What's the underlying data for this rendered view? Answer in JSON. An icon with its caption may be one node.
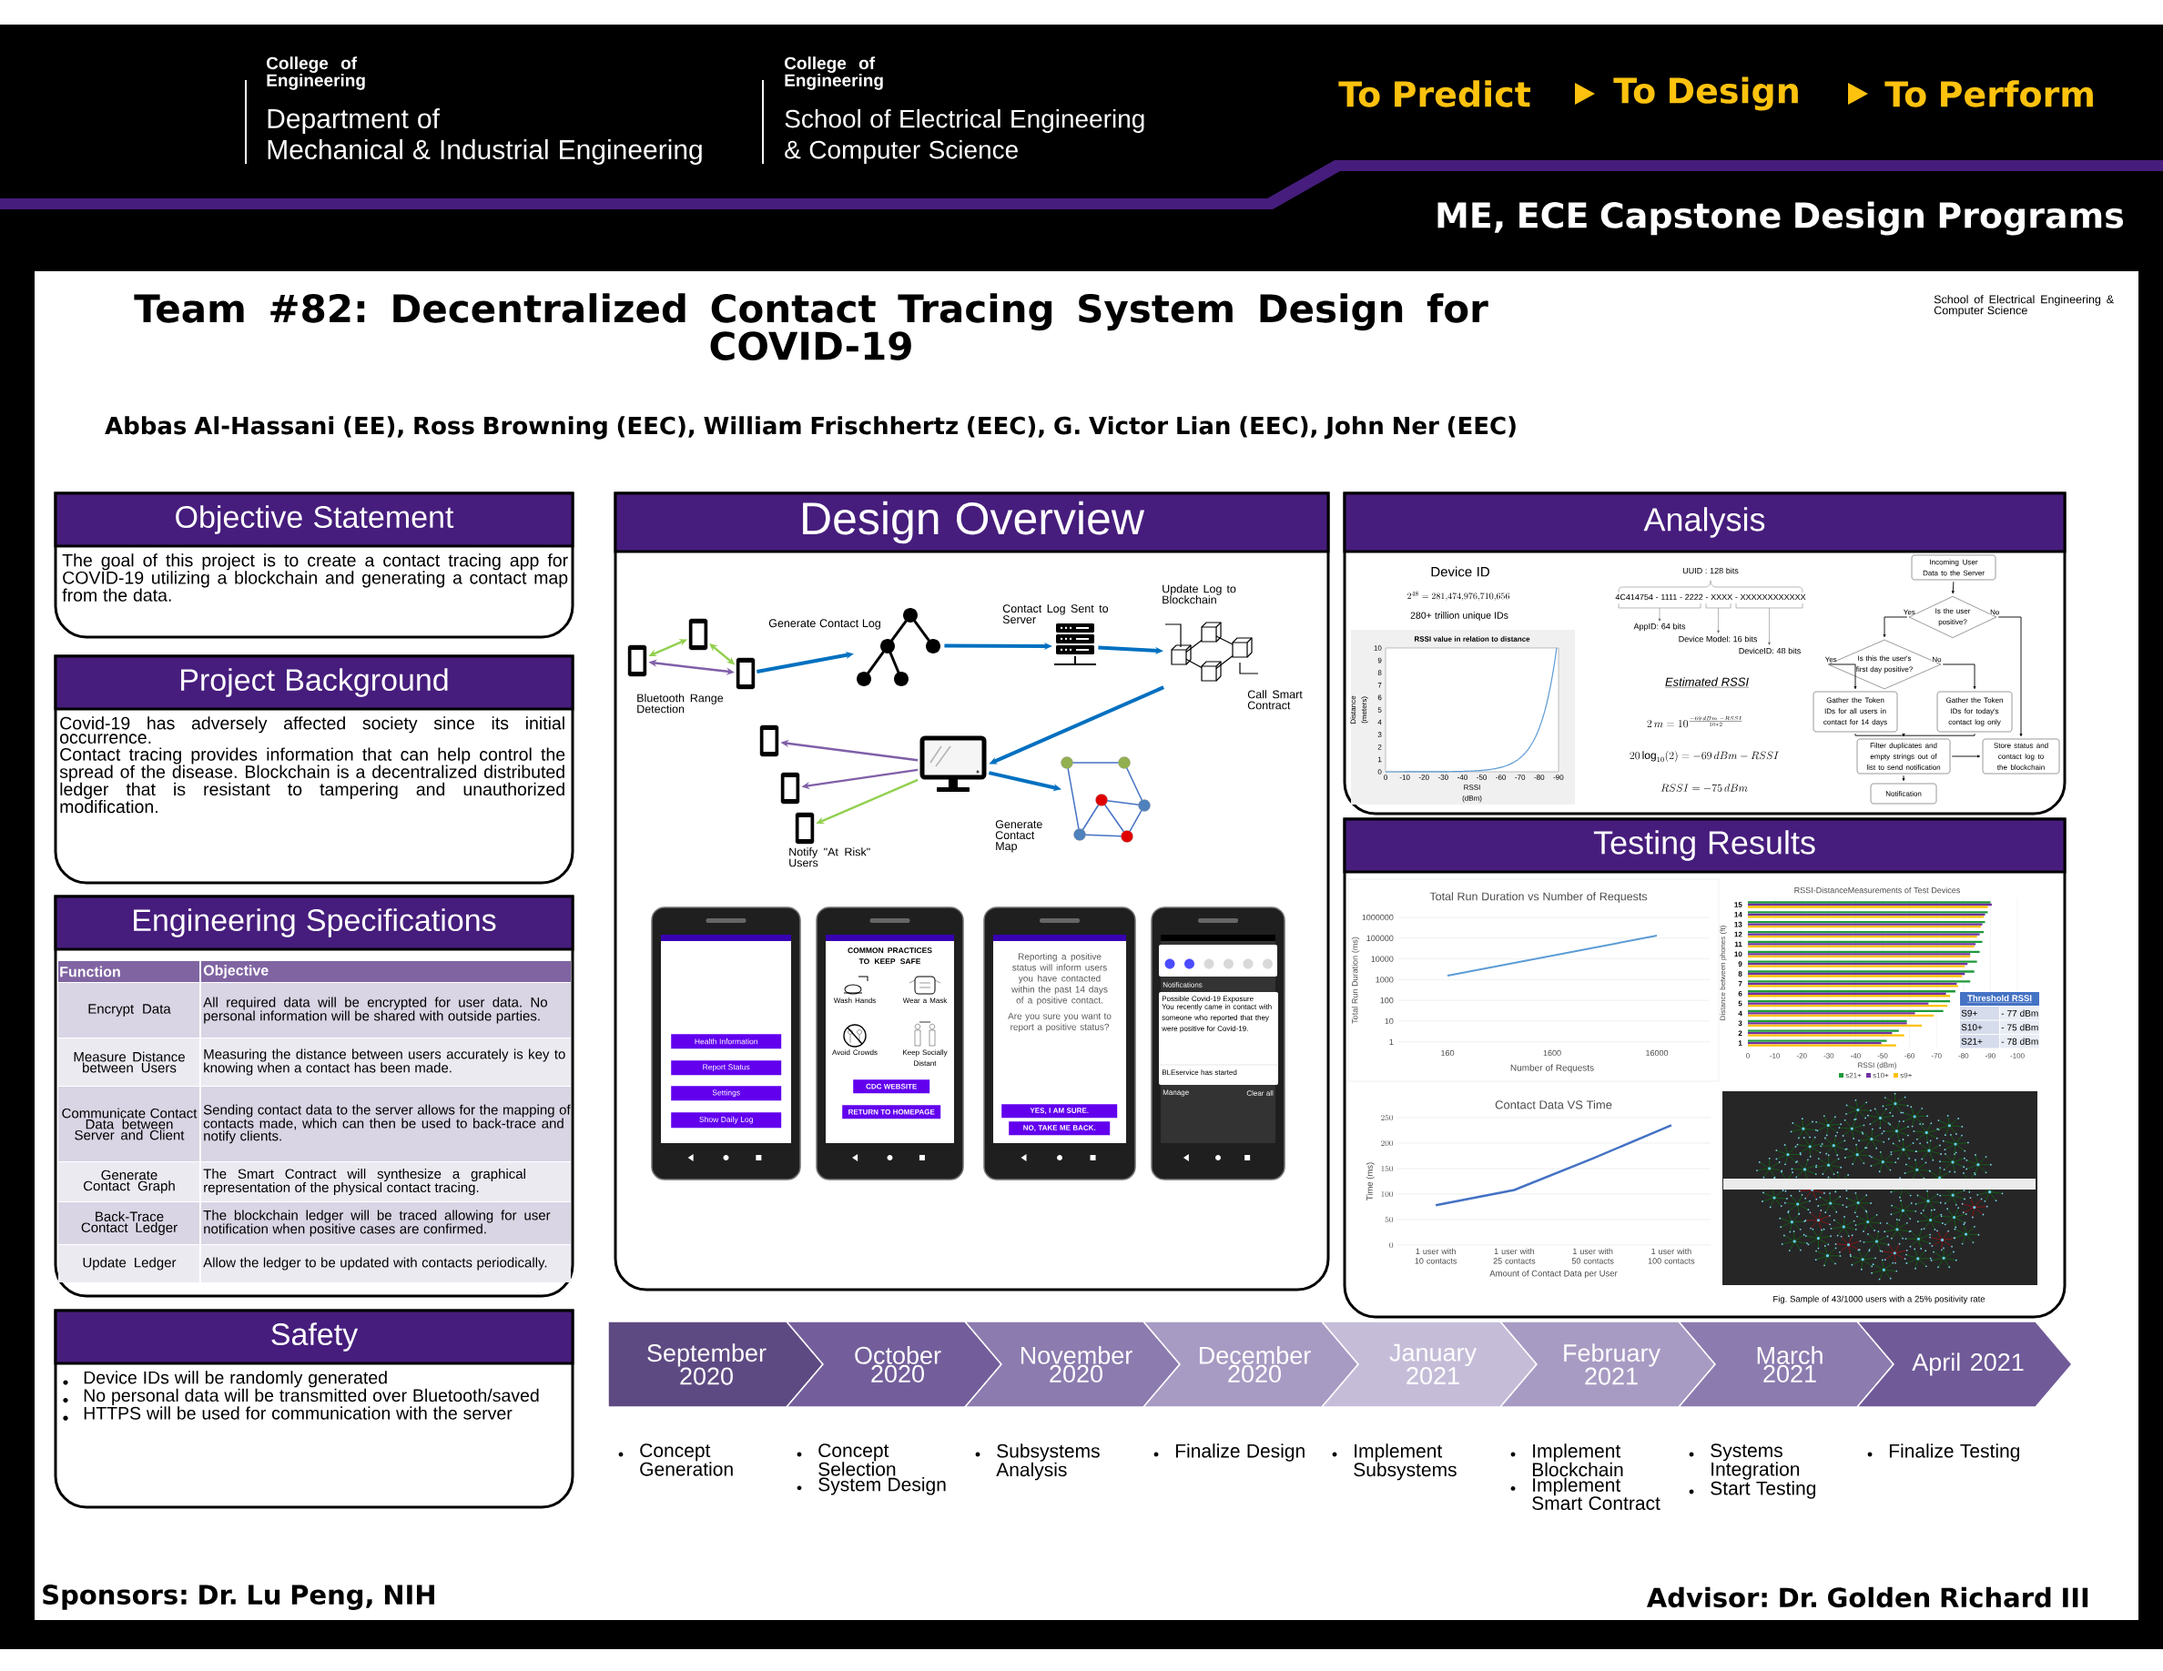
{
  "diagram": {
    "title": "Team #82: Decentralized Contact Tracing System Design for COVID-19",
    "nodes": [
      {
        "text": [
          "Objective Statement",
          "The goal of this project is to create a contact tracing app for COVID-19 utilizing a blockchain and generating a contact map from the data."
        ]
      },
      {
        "text": [
          "Project Background",
          "Covid-19 has adversely affected society since its initial occurrence.",
          "Contact tracing provides information that can help control the spread of the disease. Blockchain is a decentralized distributed ledger that is resistant to tampering and unauthorized modification."
        ]
      },
      {
        "text": [
          "Engineering Specifications"
        ]
      },
      {
        "text": [
          "Safety",
          "Device IDs will be randomly generated",
          "No personal data will be transmitted over Bluetooth/saved",
          "HTTPS will be used for communication with the server"
        ]
      },
      {
        "text": [
          "Design Overview"
        ]
      },
      {
        "text": [],
        "shape": "picture",
        "in": 4,
        "beside": [
          "Bluetooth Range Detection"
        ]
      },
      {
        "text": [],
        "shape": "picture",
        "in": 4
      },
      {
        "text": [],
        "shape": "picture",
        "in": 4
      },
      {
        "text": [],
        "shape": "picture",
        "in": 4,
        "beside": [
          "Generate Contact Log"
        ]
      },
      {
        "text": [],
        "shape": "picture",
        "in": 4,
        "beside": [
          "Contact Log Sent to Server"
        ]
      },
      {
        "text": [],
        "shape": "picture",
        "in": 4,
        "beside": [
          "Update Log to Blockchain",
          "Call Smart Contract"
        ]
      },
      {
        "text": [],
        "shape": "picture",
        "in": 4
      },
      {
        "text": [],
        "shape": "picture",
        "in": 4
      },
      {
        "text": [],
        "shape": "picture",
        "in": 4
      },
      {
        "text": [],
        "shape": "picture",
        "in": 4,
        "beside": [
          "Notify \"At Risk\" Users"
        ]
      },
      {
        "text": [],
        "shape": "picture",
        "in": 4,
        "beside": [
          "Generate Contact Map"
        ]
      },
      {
        "text": [],
        "shape": "picture",
        "in": 4
      },
      {
        "text": [
          "Health Information"
        ],
        "in": 16
      },
      {
        "text": [
          "Report Status"
        ],
        "in": 16
      },
      {
        "text": [
          "Settings"
        ],
        "in": 16
      },
      {
        "text": [
          "Show Daily Log"
        ],
        "in": 16
      },
      {
        "text": [
          "COMMON PRACTICES TO KEEP SAFE",
          "Wash Hands",
          "Wear a Mask",
          "Avoid Crowds",
          "Keep Socially Distant"
        ],
        "in": 4
      },
      {
        "text": [
          "CDC WEBSITE"
        ],
        "in": 21
      },
      {
        "text": [
          "RETURN TO HOMEPAGE"
        ],
        "in": 21
      },
      {
        "text": [
          "Reporting a positive status will inform users you have contacted within the past 14 days of a positive contact.",
          "Are you sure you want to report a positive status?"
        ],
        "in": 4
      },
      {
        "text": [
          "YES, I AM SURE."
        ],
        "in": 24
      },
      {
        "text": [
          "NO, TAKE ME BACK."
        ],
        "in": 24
      },
      {
        "text": [
          "Notifications",
          "Manage",
          "Clear all"
        ],
        "in": 4
      },
      {
        "text": [
          "Possible Covid-19 Exposure",
          "You recently came in contact with someone who reported that they were positive for Covid-19.",
          "BLEservice has started"
        ],
        "in": 27
      },
      {
        "text": [
          "Analysis"
        ]
      },
      {
        "text": [
          "Incoming User Data to the Server"
        ],
        "in": 29
      },
      {
        "text": [
          "Is the user positive?"
        ],
        "in": 29
      },
      {
        "text": [
          "Is this the user's first day positive?"
        ],
        "in": 29
      },
      {
        "text": [
          "Gather the Token IDs for all users in contact for 14 days"
        ],
        "in": 29
      },
      {
        "text": [
          "Gather the Token IDs for today's contact log only"
        ],
        "in": 29
      },
      {
        "text": [
          "Filter duplicates and empty strings out of list to send notification"
        ],
        "in": 29
      },
      {
        "text": [
          "Store status and contact log to the blockchain"
        ],
        "in": 29
      },
      {
        "text": [
          "Notification"
        ],
        "in": 29
      },
      {
        "text": [
          "Testing Results"
        ]
      },
      {
        "text": [
          "September 2020"
        ],
        "beside": [
          "Concept Generation"
        ]
      },
      {
        "text": [
          "October 2020"
        ],
        "beside": [
          "Concept Selection",
          "System Design"
        ]
      },
      {
        "text": [
          "November 2020"
        ],
        "beside": [
          "Subsystems Analysis"
        ]
      },
      {
        "text": [
          "December 2020"
        ],
        "beside": [
          "Finalize Design"
        ]
      },
      {
        "text": [
          "January 2021"
        ],
        "beside": [
          "Implement Subsystems"
        ]
      },
      {
        "text": [
          "February 2021"
        ],
        "beside": [
          "Implement Blockchain",
          "Implement Smart Contract"
        ]
      },
      {
        "text": [
          "March 2021"
        ],
        "beside": [
          "Systems Integration",
          "Start Testing"
        ]
      },
      {
        "text": [
          "April 2021"
        ],
        "beside": [
          "Finalize Testing"
        ]
      }
    ],
    "edges": [
      {
        "from": 5,
        "to": 6,
        "arrow": "both",
        "color": "#92d050"
      },
      {
        "from": 6,
        "to": 7,
        "arrow": "both",
        "color": "#92d050"
      },
      {
        "from": 5,
        "to": 7,
        "arrow": "both",
        "color": "#7f5fa8"
      },
      {
        "from": 7,
        "to": 8,
        "arrow": "to",
        "color": "#0070c0"
      },
      {
        "from": 8,
        "to": 9,
        "arrow": "to",
        "color": "#0070c0"
      },
      {
        "from": 9,
        "to": 10,
        "arrow": "to",
        "color": "#0070c0"
      },
      {
        "from": 10,
        "to": 11,
        "arrow": "to",
        "color": "#0070c0"
      },
      {
        "from": 11,
        "to": 12,
        "arrow": "to",
        "color": "#7f5fa8"
      },
      {
        "from": 11,
        "to": 13,
        "arrow": "to",
        "color": "#7f5fa8"
      },
      {
        "from": 11,
        "to": 14,
        "arrow": "to",
        "color": "#92d050"
      },
      {
        "from": 11,
        "to": 15,
        "arrow": "to",
        "color": "#0070c0"
      },
      {
        "from": 30,
        "to": 31,
        "arrow": "to"
      },
      {
        "from": 31,
        "to": 32,
        "arrow": "to",
        "label": "Yes"
      },
      {
        "from": 31,
        "to": 36,
        "arrow": "to",
        "label": "No"
      },
      {
        "from": 32,
        "to": 33,
        "arrow": "to",
        "label": "Yes"
      },
      {
        "from": 32,
        "to": 34,
        "arrow": "to",
        "label": "No"
      },
      {
        "from": 33,
        "to": 35,
        "arrow": "to"
      },
      {
        "from": 34,
        "to": 35,
        "arrow": "to"
      },
      {
        "from": 35,
        "to": 36,
        "arrow": "to"
      },
      {
        "from": 35,
        "to": 37,
        "arrow": "to"
      }
    ],
    "labels": [
      "College of Engineering",
      "Department of",
      "Mechanical & Industrial Engineering",
      "College of Engineering",
      "School of Electrical Engineering",
      "& Computer Science",
      "To Predict",
      "To Design",
      "To Perform",
      "ME, ECE Capstone Design Programs",
      "School of Electrical Engineering & Computer Science",
      "Abbas Al-Hassani (EE), Ross Browning (EEC), William Frischhertz (EEC), G. Victor Lian (EEC), John Ner (EEC)",
      "Function",
      "Objective",
      "Encrypt Data",
      "All required data will be encrypted for user data. No personal information will be shared with outside parties.",
      "Measure Distance between Users",
      "Measuring the distance between users accurately is key to knowing when a contact has been made.",
      "Communicate Contact Data between Server and Client",
      "Sending contact data to the server allows for the mapping of contacts made, which can then be used to back-trace and notify clients.",
      "Generate Contact Graph",
      "The Smart Contract will synthesize a graphical representation of the physical contact tracing.",
      "Back-Trace Contact Ledger",
      "The blockchain ledger will be traced allowing for user notification when positive cases are confirmed.",
      "Update Ledger",
      "Allow the ledger to be updated with contacts periodically.",
      "Device ID",
      "2^{48} = 281{,}474{,}976{,}710{,}656",
      "280+ trillion unique IDs",
      "RSSI value in relation to distance",
      "Distance (meters)",
      "RSSI (dBm)",
      "0",
      "1",
      "2",
      "3",
      "4",
      "5",
      "6",
      "7",
      "8",
      "9",
      "10",
      "0",
      "-10",
      "-20",
      "-30",
      "-40",
      "-50",
      "-60",
      "-70",
      "-80",
      "-90",
      "UUID : 128 bits",
      "4C414754 - 1111 - 2222 - XXXX - XXXXXXXXXXXX",
      "AppID: 64 bits",
      "Device Model: 16 bits",
      "DeviceID: 48 bits",
      "Estimated RSSI",
      "2\\,m = 10^{\\frac{-69\\,dBm\\;-RSSI}{10*2}}",
      "20\\log_{10}(2) = -69\\,dBm - RSSI",
      "RSSI = -75\\,dBm",
      "Total Run Duration vs Number of Requests",
      "Total Run Duration (ms)",
      "1000000",
      "100000",
      "10000",
      "1000",
      "100",
      "10",
      "1",
      "160",
      "1600",
      "16000",
      "Number of Requests",
      "RSSI-DistanceMeasurements of Test Devices",
      "Distance between phones (ft)",
      "15",
      "14",
      "13",
      "12",
      "11",
      "10",
      "9",
      "8",
      "7",
      "6",
      "5",
      "4",
      "3",
      "2",
      "1",
      "0",
      "-10",
      "-20",
      "-30",
      "-40",
      "-50",
      "-60",
      "-70",
      "-80",
      "-90",
      "-100",
      "RSSI (dBm)",
      "Threshold RSSI",
      "S9+",
      "- 77 dBm",
      "S10+",
      "- 75 dBm",
      "S21+",
      "- 78 dBm",
      "Fig. Sample of 43/1000 users with a 25% positivity rate",
      "Sponsors: Dr. Lu Peng, NIH",
      "Advisor: Dr. Golden Richard III"
    ],
    "legend": [
      {
        "text": "s21+",
        "color": "#1e9a3c"
      },
      {
        "text": "s10+",
        "color": "#7030a0"
      },
      {
        "text": "s9+",
        "color": "#ffc000"
      }
    ],
    "chart_data": {
      "type": "line",
      "title": "Contact Data VS Time",
      "xlabel": "Amount of Contact Data per User",
      "ylabel": "Time (ms)",
      "categories": [
        "1 user with 10 contacts",
        "1 user with 25 contacts",
        "1 user with 50 contacts",
        "1 user with 100 contacts"
      ],
      "series": [
        {
          "color": "#4472c4",
          "values": [
            78,
            108,
            170,
            235
          ]
        }
      ],
      "ylim": [
        0,
        250
      ],
      "yticks": [
        0,
        50,
        100,
        150,
        200,
        250
      ],
      "grid": true
    }
  }
}
